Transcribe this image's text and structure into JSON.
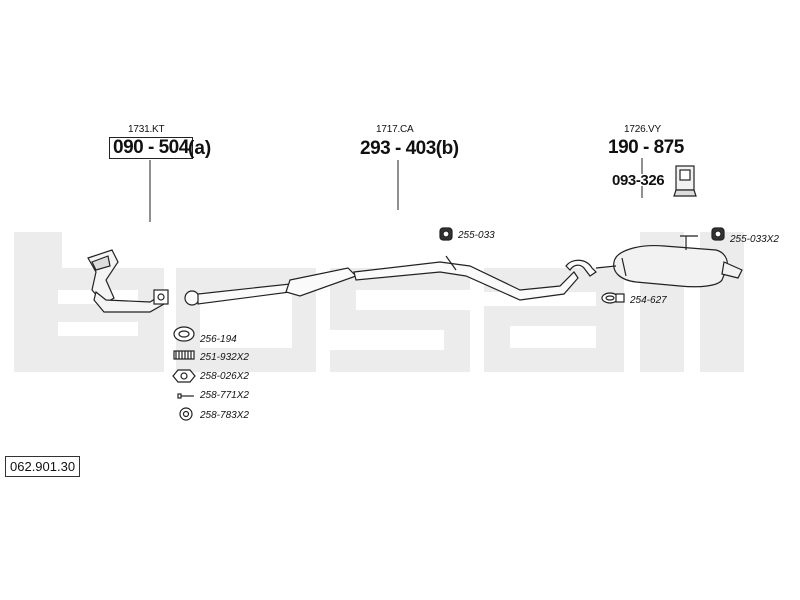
{
  "watermark": {
    "text": "bosal",
    "color": "#ececec"
  },
  "diagram_number": "062.901.30",
  "groups": [
    {
      "ref": "1731.KT",
      "main": "090 - 504",
      "suffix": "(a)",
      "boxed": true
    },
    {
      "ref": "1717.CA",
      "main": "293 - 403(b)",
      "suffix": "",
      "boxed": false
    },
    {
      "ref": "1726.VY",
      "main": "190 - 875",
      "suffix": "",
      "boxed": false
    }
  ],
  "sub_part": "093-326",
  "parts": [
    {
      "label": "256-194",
      "icon": "gasket-ring-icon"
    },
    {
      "label": "251-932X2",
      "icon": "spring-icon"
    },
    {
      "label": "258-026X2",
      "icon": "nut-icon"
    },
    {
      "label": "258-771X2",
      "icon": "bolt-icon"
    },
    {
      "label": "258-783X2",
      "icon": "washer-icon"
    },
    {
      "label": "255-033",
      "icon": "rubber-mount-icon"
    },
    {
      "label": "255-033X2",
      "icon": "rubber-mount-icon"
    },
    {
      "label": "254-627",
      "icon": "clamp-icon"
    }
  ]
}
